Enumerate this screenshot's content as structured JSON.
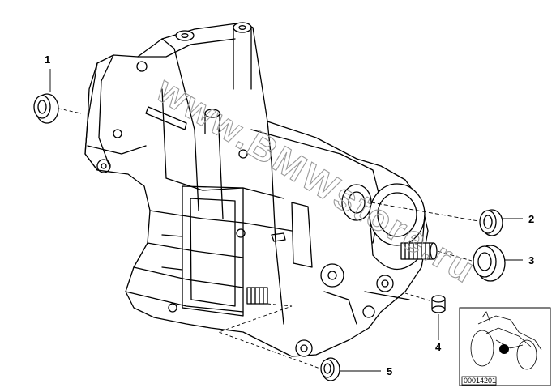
{
  "diagram": {
    "watermark": "www.BMWstore.ru",
    "callouts": [
      "1",
      "2",
      "3",
      "4",
      "5"
    ],
    "thumbnail_code": "00014201"
  }
}
